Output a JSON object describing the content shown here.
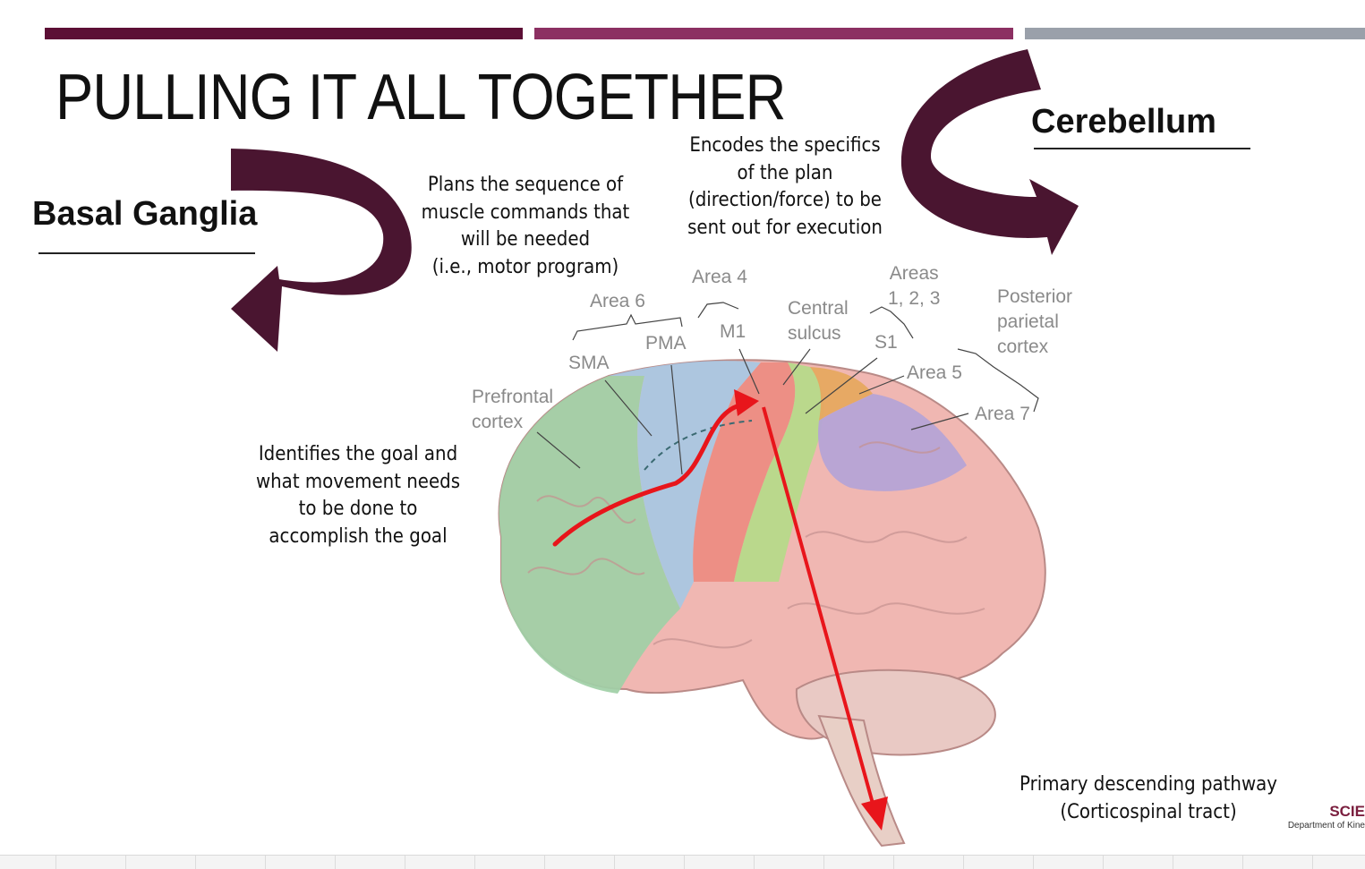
{
  "slide": {
    "title": "PULLING IT ALL TOGETHER",
    "basal_ganglia_label": "Basal Ganglia",
    "cerebellum_label": "Cerebellum",
    "plans_note": [
      "Plans the sequence of",
      "muscle commands that",
      "will be needed",
      "(i.e., motor program)"
    ],
    "encodes_note": [
      "Encodes the specifics",
      "of the plan",
      "(direction/force) to be",
      "sent out for execution"
    ],
    "identifies_note": [
      "Identifies the goal and",
      "what movement needs",
      "to be done to",
      "accomplish the goal"
    ],
    "pathway_note": [
      "Primary descending pathway",
      "(Corticospinal tract)"
    ],
    "logo_text": "SCIE",
    "logo_subtext": "Department of Kine"
  },
  "brain_labels": {
    "area6": "Area 6",
    "area4": "Area 4",
    "areas123": [
      "Areas",
      "1, 2, 3"
    ],
    "posterior_parietal": [
      "Posterior",
      "parietal",
      "cortex"
    ],
    "central_sulcus": [
      "Central",
      "sulcus"
    ],
    "pma": "PMA",
    "m1": "M1",
    "s1": "S1",
    "sma": "SMA",
    "prefrontal": [
      "Prefrontal",
      "cortex"
    ],
    "area5": "Area 5",
    "area7": "Area 7"
  },
  "colors": {
    "bar_dark": "#5c0f35",
    "bar_mid": "#8c3062",
    "bar_grey": "#9aa0aa",
    "arrow_maroon": "#4a1530",
    "pathway_red": "#e8151b",
    "prefrontal_green": "#9fcfa6",
    "premotor_blue": "#a9c6e2",
    "m1_red": "#ec8c83",
    "s1_green": "#b6d98a",
    "area5_orange": "#e6a860",
    "area7_purple": "#b5a3d6",
    "cortex_pink": "#f0b7b2"
  }
}
